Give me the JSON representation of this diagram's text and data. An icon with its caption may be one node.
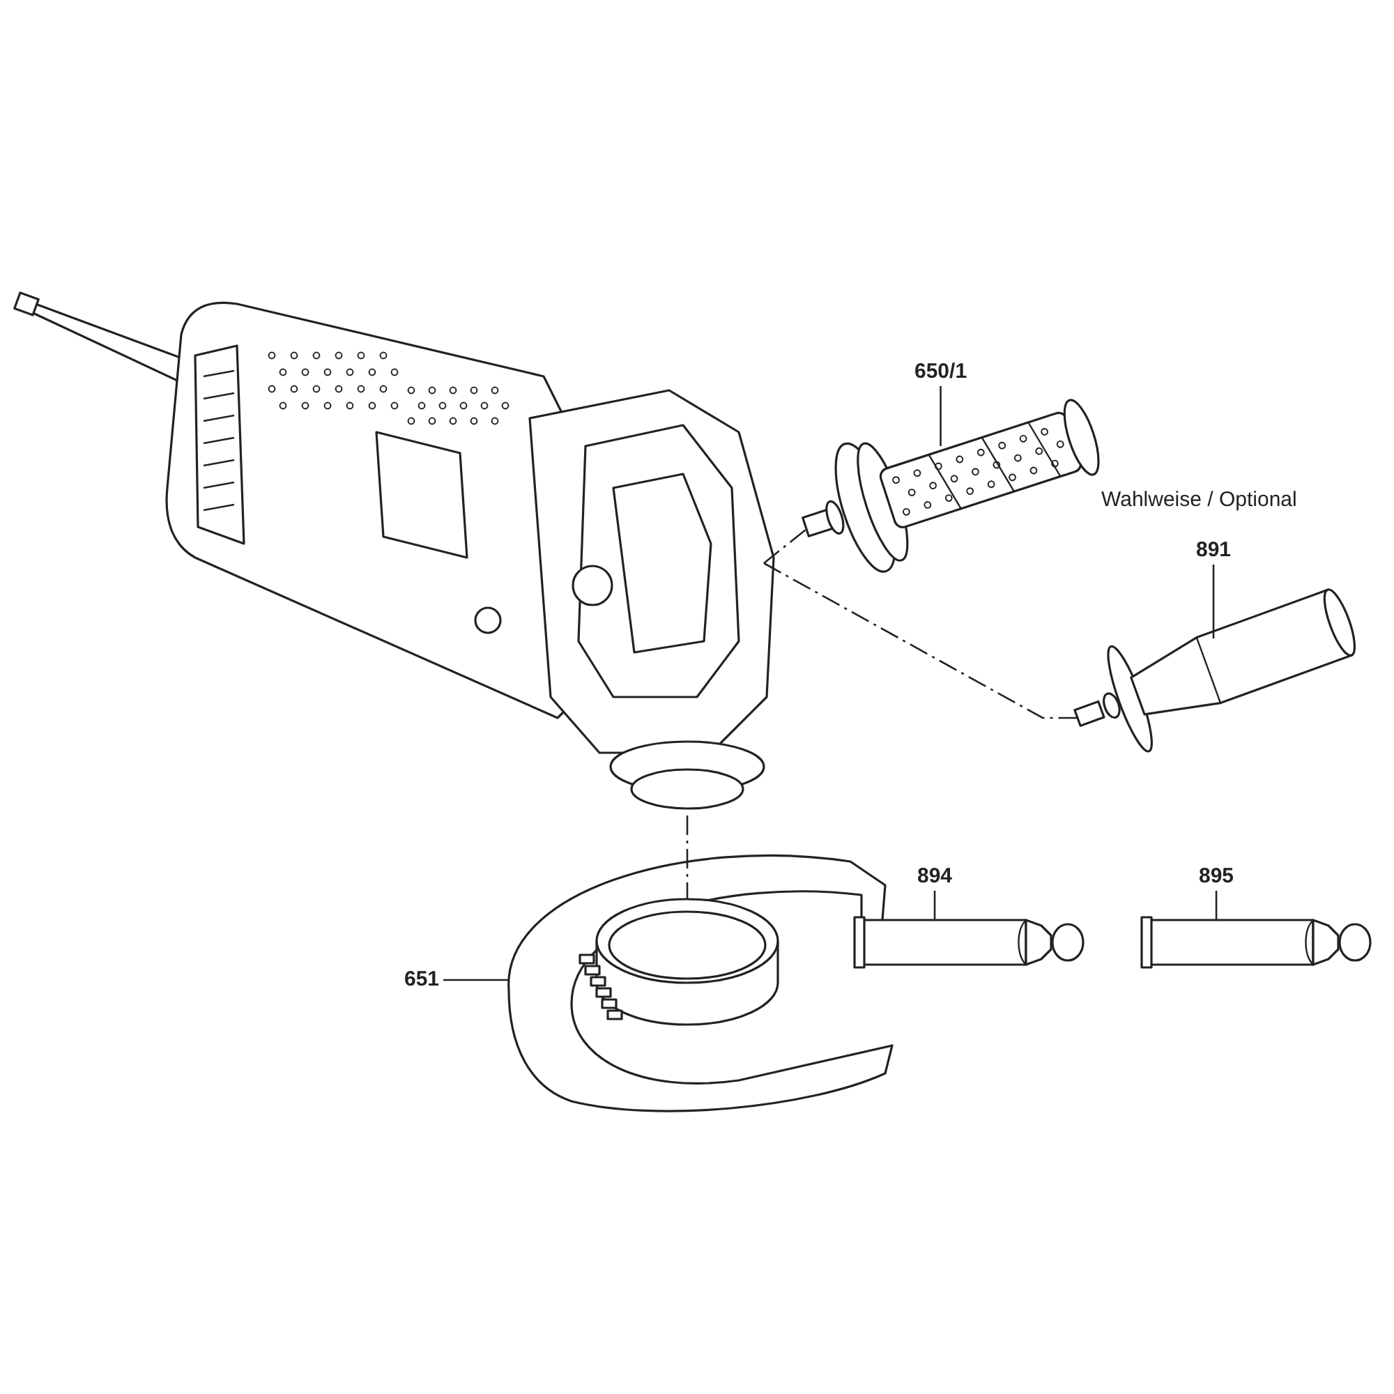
{
  "diagram": {
    "nodes": [
      {
        "text": [],
        "shape": "picture"
      },
      {
        "text": [
          "650/1"
        ]
      },
      {
        "text": [],
        "shape": "picture"
      },
      {
        "text": [
          "891"
        ]
      },
      {
        "text": [],
        "shape": "picture"
      },
      {
        "text": [
          "651"
        ]
      },
      {
        "text": [],
        "shape": "picture"
      },
      {
        "text": [
          "894"
        ]
      },
      {
        "text": [],
        "shape": "picture"
      },
      {
        "text": [
          "895"
        ]
      },
      {
        "text": [],
        "shape": "picture"
      }
    ],
    "edges": [
      {
        "from": 1,
        "to": 2,
        "arrow": "none"
      },
      {
        "from": 3,
        "to": 4,
        "arrow": "none"
      },
      {
        "from": 5,
        "to": 6,
        "arrow": "none"
      },
      {
        "from": 7,
        "to": 8,
        "arrow": "none"
      },
      {
        "from": 9,
        "to": 10,
        "arrow": "none"
      },
      {
        "from": 0,
        "to": 2,
        "arrow": "none",
        "style": "dashed"
      },
      {
        "from": 0,
        "to": 4,
        "arrow": "none",
        "style": "dashed"
      },
      {
        "from": 0,
        "to": 6,
        "arrow": "none",
        "style": "dashed"
      }
    ],
    "labels": [
      "Wahlweise / Optional"
    ]
  }
}
